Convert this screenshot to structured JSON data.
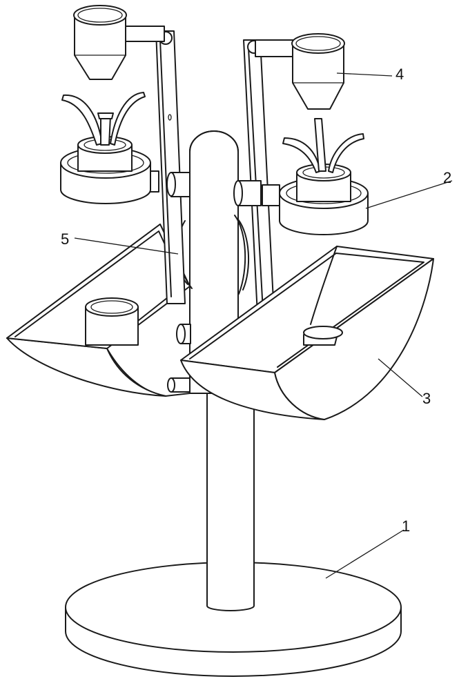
{
  "figure": {
    "callouts": [
      {
        "id": "base",
        "label": "1"
      },
      {
        "id": "planting-cup-holder",
        "label": "2"
      },
      {
        "id": "trough",
        "label": "3"
      },
      {
        "id": "hopper",
        "label": "4"
      },
      {
        "id": "drive-wheel",
        "label": "5"
      }
    ]
  },
  "colors": {
    "line": "#1a1a1a",
    "background": "#ffffff"
  }
}
